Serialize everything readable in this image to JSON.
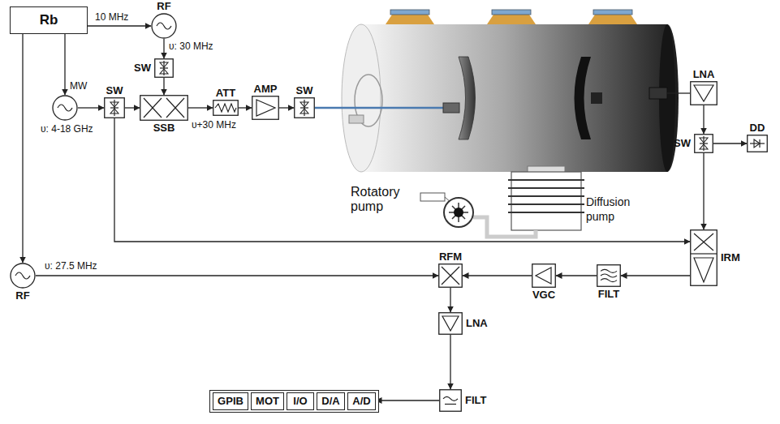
{
  "diagram": {
    "nodes": [
      {
        "text": [
          "Rb"
        ]
      },
      {
        "text": [
          "RF",
          "υ: 30 MHz"
        ]
      },
      {
        "text": [
          "SW"
        ]
      },
      {
        "text": [
          "MW",
          "υ: 4-18 GHz"
        ]
      },
      {
        "text": [
          "SW"
        ]
      },
      {
        "text": [
          "SSB",
          "υ+30 MHz"
        ]
      },
      {
        "text": [
          "ATT"
        ]
      },
      {
        "text": [
          "AMP"
        ]
      },
      {
        "text": [
          "SW"
        ]
      },
      {
        "text": [
          "LNA"
        ]
      },
      {
        "text": [
          "SW"
        ]
      },
      {
        "text": [
          "DD"
        ]
      },
      {
        "text": [
          "IRM"
        ]
      },
      {
        "text": [
          "FILT"
        ]
      },
      {
        "text": [
          "VGC"
        ]
      },
      {
        "text": [
          "RFM"
        ]
      },
      {
        "text": [
          "RF"
        ]
      },
      {
        "text": [
          "LNA"
        ]
      },
      {
        "text": [
          "FILT"
        ]
      },
      {
        "text": [
          "GPIB"
        ]
      },
      {
        "text": [
          "MOT"
        ]
      },
      {
        "text": [
          "I/O"
        ]
      },
      {
        "text": [
          "D/A"
        ]
      },
      {
        "text": [
          "A/D"
        ]
      }
    ],
    "edges": [
      {
        "from": 0,
        "to": 1,
        "arrow": "to",
        "label": "10 MHz"
      },
      {
        "from": 0,
        "to": 3,
        "arrow": "to"
      },
      {
        "from": 0,
        "to": 16,
        "arrow": "to"
      },
      {
        "from": 1,
        "to": 2,
        "arrow": "to"
      },
      {
        "from": 2,
        "to": 5,
        "arrow": "to"
      },
      {
        "from": 3,
        "to": 4,
        "arrow": "to"
      },
      {
        "from": 4,
        "to": 5,
        "arrow": "to"
      },
      {
        "from": 4,
        "to": 12,
        "arrow": "to"
      },
      {
        "from": 5,
        "to": 6,
        "arrow": "to"
      },
      {
        "from": 6,
        "to": 7,
        "arrow": "to"
      },
      {
        "from": 7,
        "to": 8,
        "arrow": "to"
      },
      {
        "from": 9,
        "to": 10,
        "arrow": "to"
      },
      {
        "from": 10,
        "to": 11,
        "arrow": "to"
      },
      {
        "from": 10,
        "to": 12,
        "arrow": "to"
      },
      {
        "from": 12,
        "to": 13,
        "arrow": "to"
      },
      {
        "from": 13,
        "to": 14,
        "arrow": "to"
      },
      {
        "from": 14,
        "to": 15,
        "arrow": "to"
      },
      {
        "from": 16,
        "to": 15,
        "arrow": "to",
        "label": "υ: 27.5 MHz"
      },
      {
        "from": 15,
        "to": 17,
        "arrow": "to"
      },
      {
        "from": 17,
        "to": 18,
        "arrow": "to"
      },
      {
        "from": 18,
        "to": 23,
        "arrow": "to"
      }
    ],
    "labels": [
      "Rotatory pump",
      "Diffusion pump"
    ]
  }
}
